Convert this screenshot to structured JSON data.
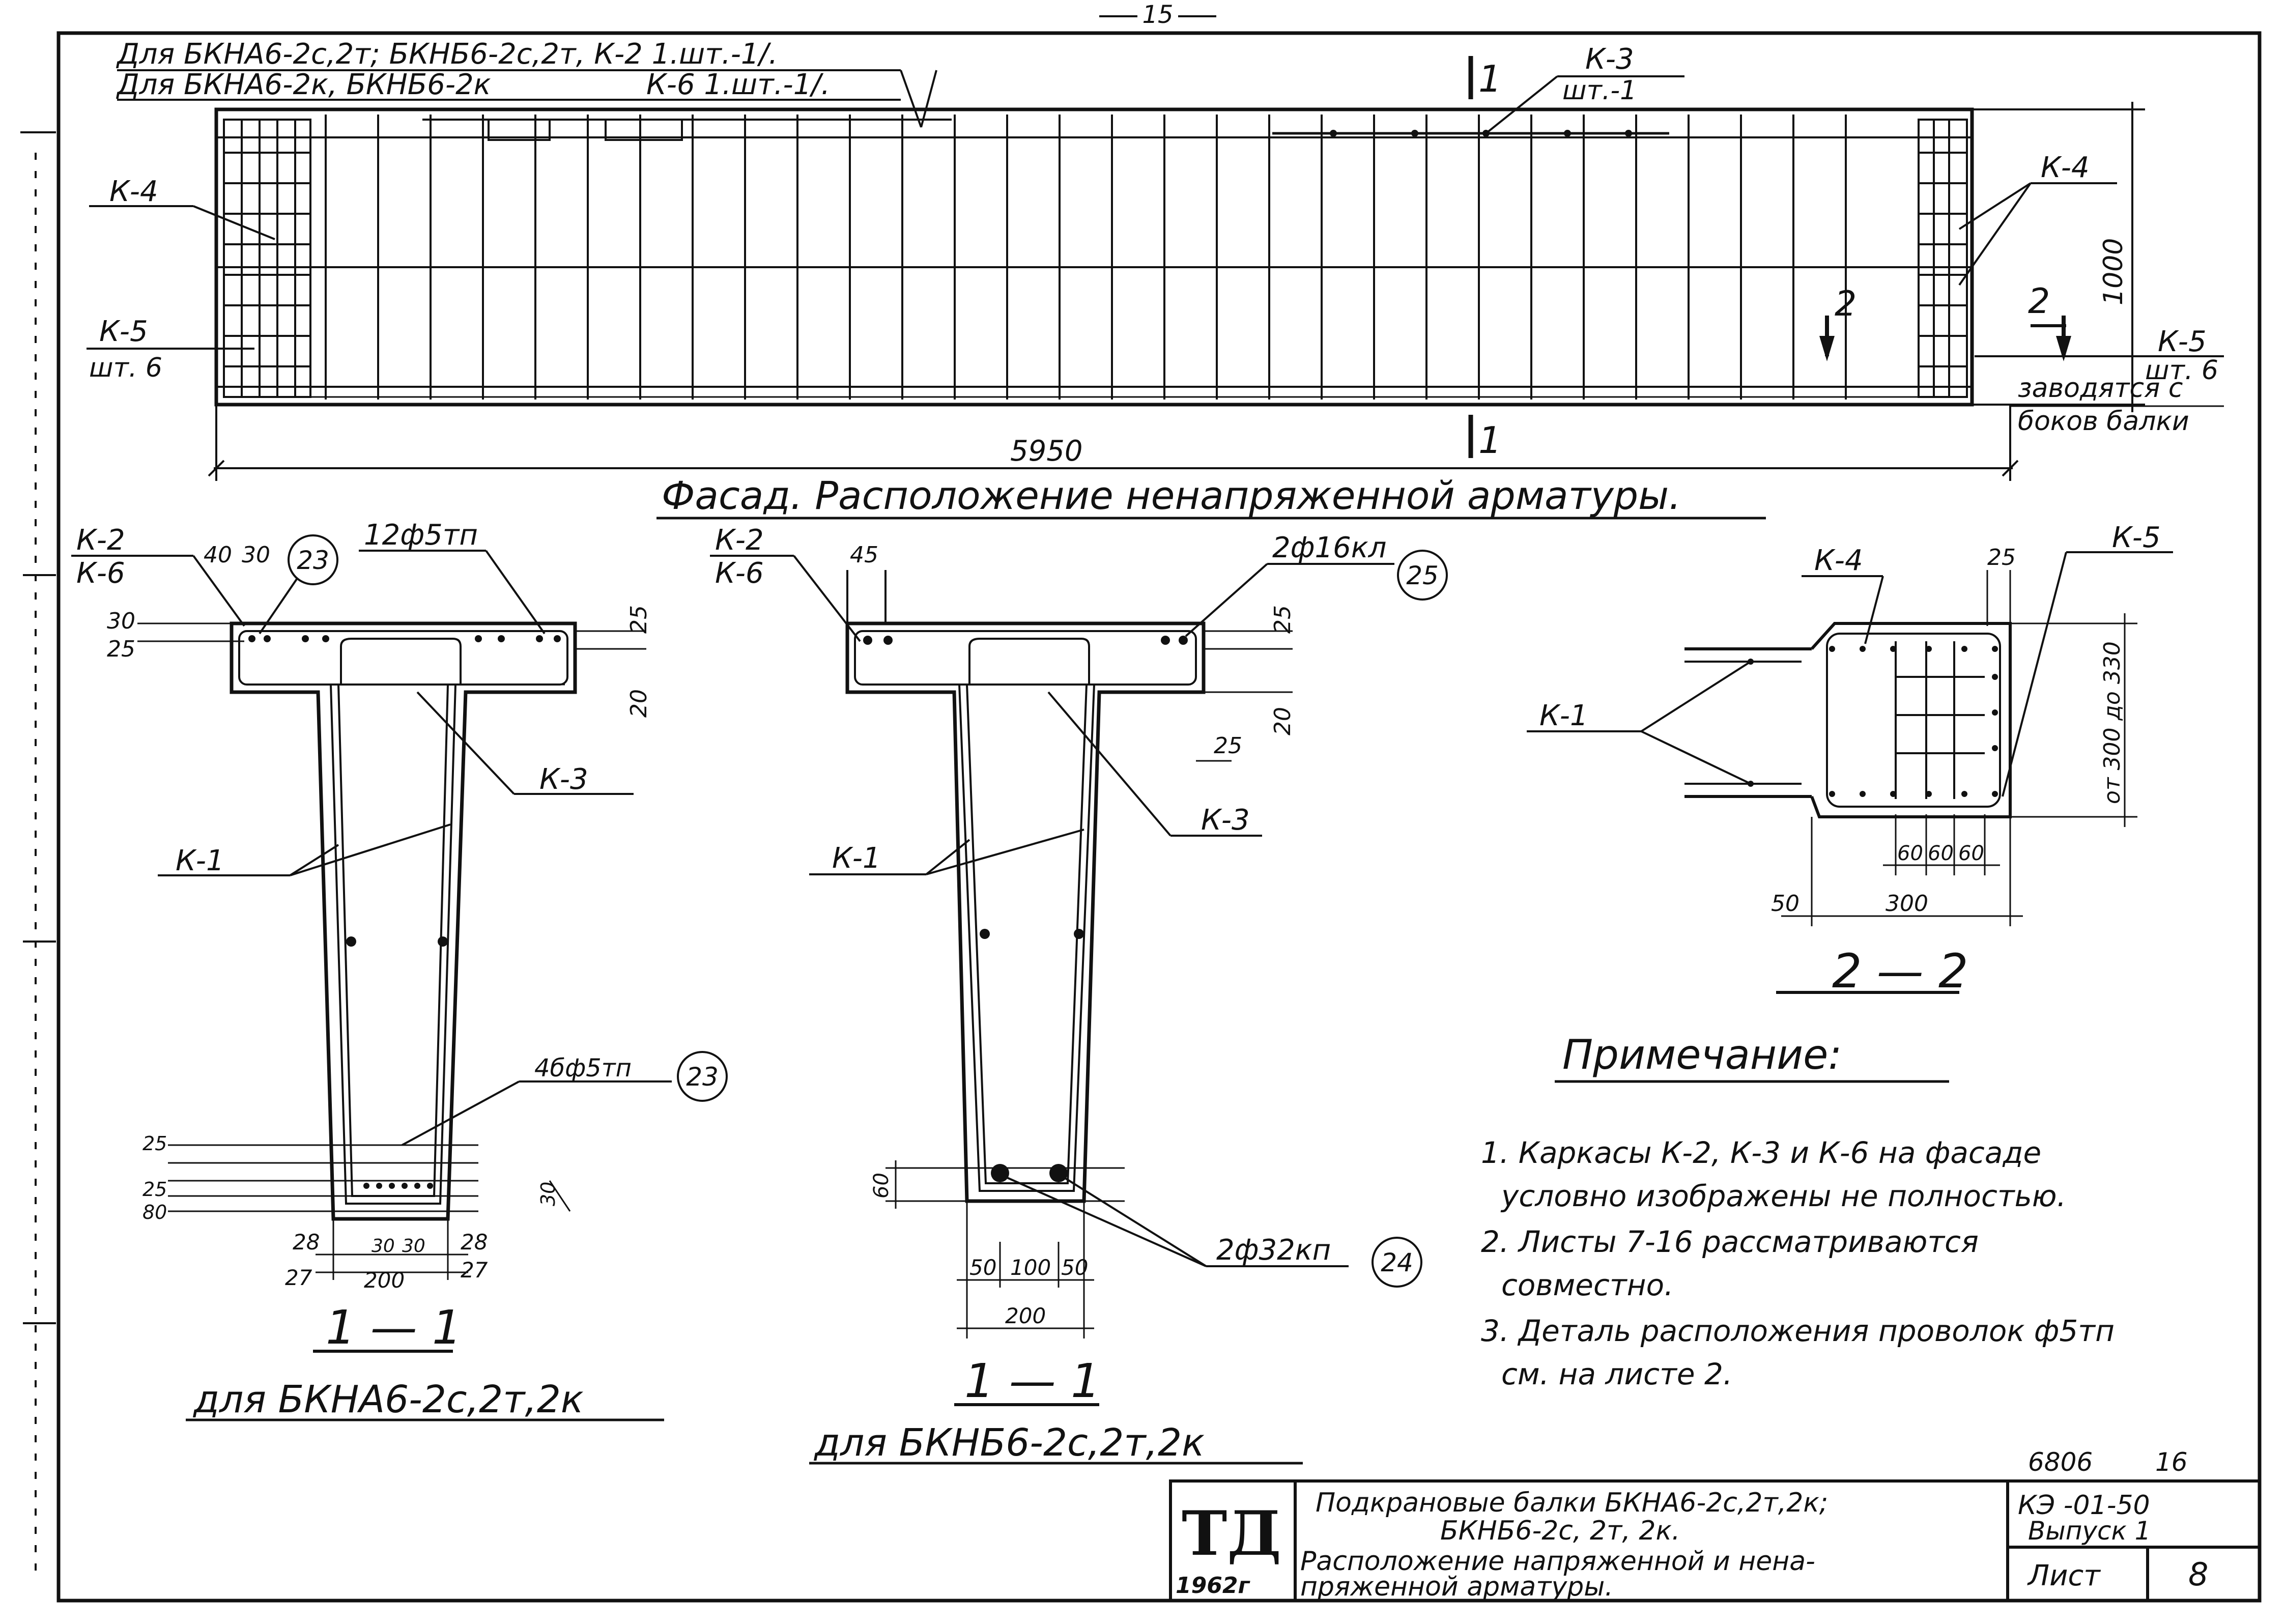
{
  "sheet": {
    "page_number": "15",
    "frame_number": "6806",
    "frame_sub": "16"
  },
  "facade": {
    "title": "Фасад. Расположение ненапряженной арматуры.",
    "note_line1": "Для БКНА6-2с,2т; БКНБ6-2с,2т,  К-2 1.шт.-1/.",
    "note_line2": "Для БКНА6-2к, БКНБ6-2к",
    "note_line2b": "К-6 1.шт.-1/.",
    "length": "5950",
    "height": "1000",
    "section_mark": "1",
    "section_mark2": "2",
    "k3_label": "К-3",
    "k3_count": "шт.-1",
    "k4_label": "К-4",
    "k5_label": "К-5",
    "k5_count": "шт. 6",
    "k5_note1": "заводятся с",
    "k5_note2": "боков балки"
  },
  "section_a": {
    "title": "1 — 1",
    "subtitle": "для БКНА6-2с,2т,2к",
    "k2_label": "К-2",
    "k6_label": "К-6",
    "top_bars": "12ф5тп",
    "bottom_bars": "4бф5тп",
    "ref_mark": "23",
    "k1_label": "К-1",
    "k3_label": "К-3",
    "dims": {
      "d40": "40",
      "d30": "30",
      "d25": "25",
      "d20": "20",
      "d28": "28",
      "d27": "27",
      "d200": "200",
      "d30b": "30",
      "d80": "80"
    }
  },
  "section_b": {
    "title": "1 — 1",
    "subtitle": "для БКНБ6-2с,2т,2к",
    "k2_label": "К-2",
    "k6_label": "К-6",
    "top_bars": "2ф16кл",
    "top_ref": "25",
    "bottom_bars": "2ф32кп",
    "bottom_ref": "24",
    "k1_label": "К-1",
    "k3_label": "К-3",
    "dims": {
      "d45": "45",
      "d25": "25",
      "d20": "20",
      "d60": "60",
      "d50": "50",
      "d100": "100",
      "d200": "200"
    }
  },
  "section_c": {
    "title": "2 — 2",
    "k4_label": "К-4",
    "k5_label": "К-5",
    "k1_label": "К-1",
    "d25": "25",
    "d60": "60",
    "d50": "50",
    "d300": "300",
    "height_range": "от 300 до 330"
  },
  "notes": {
    "heading": "Примечание:",
    "items": [
      "1. Каркасы К-2, К-3 и К-6 на фасаде",
      "условно изображены не полностью.",
      "2. Листы 7-16 рассматриваются",
      "совместно.",
      "3. Деталь расположения проволок ф5тп",
      "см. на листе 2."
    ]
  },
  "title_block": {
    "logo": "ТД",
    "year": "1962г",
    "line1": "Подкрановые балки БКНА6-2с,2т,2к;",
    "line2": "БКНБ6-2с, 2т, 2к.",
    "line3": "Расположение напряженной и нена-",
    "line4": "пряженной арматуры.",
    "code": "КЭ -01-50",
    "issue": "Выпуск 1",
    "sheet_label": "Лист",
    "sheet_number": "8"
  }
}
